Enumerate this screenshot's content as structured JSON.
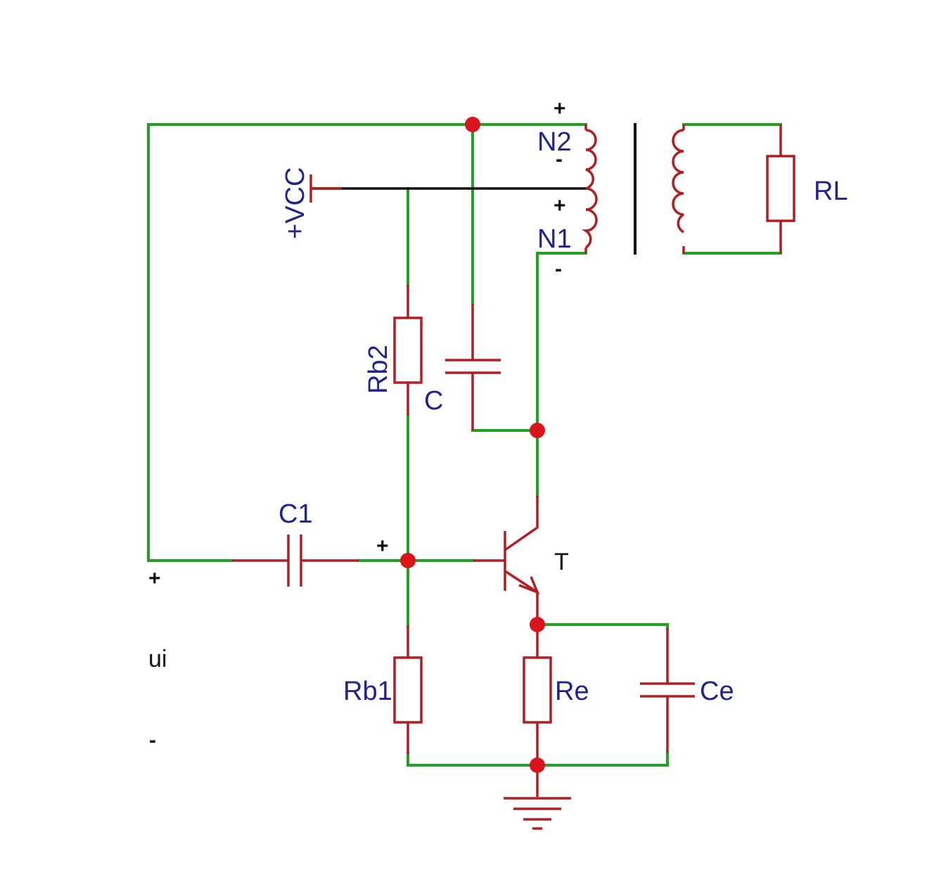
{
  "labels": {
    "vcc": "+VCC",
    "n2": "N2",
    "n1": "N1",
    "rl": "RL",
    "rb2": "Rb2",
    "c": "C",
    "c1": "C1",
    "t": "T",
    "rb1": "Rb1",
    "re": "Re",
    "ce": "Ce",
    "ui": "ui"
  },
  "polarity": {
    "n2_top": "+",
    "n2_bottom": "-",
    "n1_top": "+",
    "n1_bottom": "-",
    "c1_plus": "+",
    "input_plus": "+",
    "input_minus": "-"
  },
  "colors": {
    "wire": "#23a023",
    "component": "#b01f23",
    "junction": "#d9141b",
    "label": "#23238e",
    "text": "#111111"
  }
}
